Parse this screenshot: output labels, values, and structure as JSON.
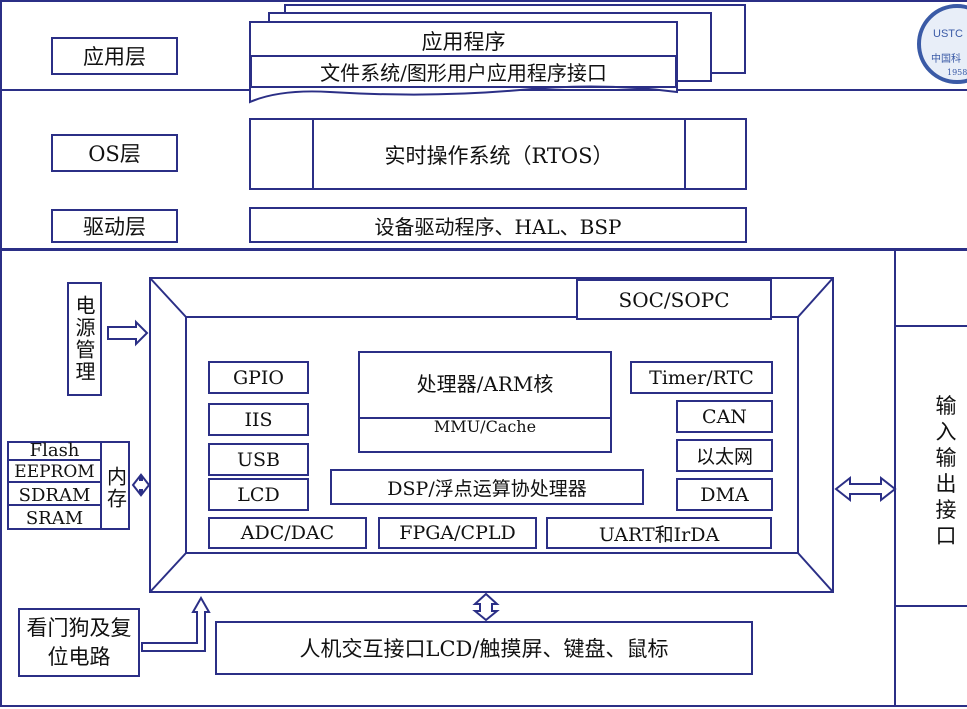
{
  "layers": {
    "app": "应用层",
    "os": "OS层",
    "driver": "驱动层"
  },
  "app_stack": {
    "application": "应用程序",
    "api": "文件系统/图形用户应用程序接口"
  },
  "rtos": "实时操作系统（RTOS）",
  "drivers": "设备驱动程序、HAL、BSP",
  "logo": {
    "text": "USTC",
    "subtext": "中国科",
    "year": "1958"
  },
  "soc": {
    "title": "SOC/SOPC",
    "processor": "处理器/ARM核",
    "mmu": "MMU/Cache",
    "dsp": "DSP/浮点运算协处理器",
    "left_modules": [
      "GPIO",
      "IIS",
      "USB",
      "LCD"
    ],
    "right_modules": [
      "Timer/RTC",
      "CAN",
      "以太网",
      "DMA"
    ],
    "bottom_modules": [
      "ADC/DAC",
      "FPGA/CPLD",
      "UART和IrDA"
    ]
  },
  "power": "电源管理",
  "memory": {
    "items": [
      "Flash",
      "EEPROM",
      "SDRAM",
      "SRAM"
    ],
    "label": "内存"
  },
  "io": "输入输出接口",
  "watchdog": {
    "line1": "看门狗及复",
    "line2": "位电路"
  },
  "hmi": "人机交互接口LCD/触摸屏、键盘、鼠标"
}
